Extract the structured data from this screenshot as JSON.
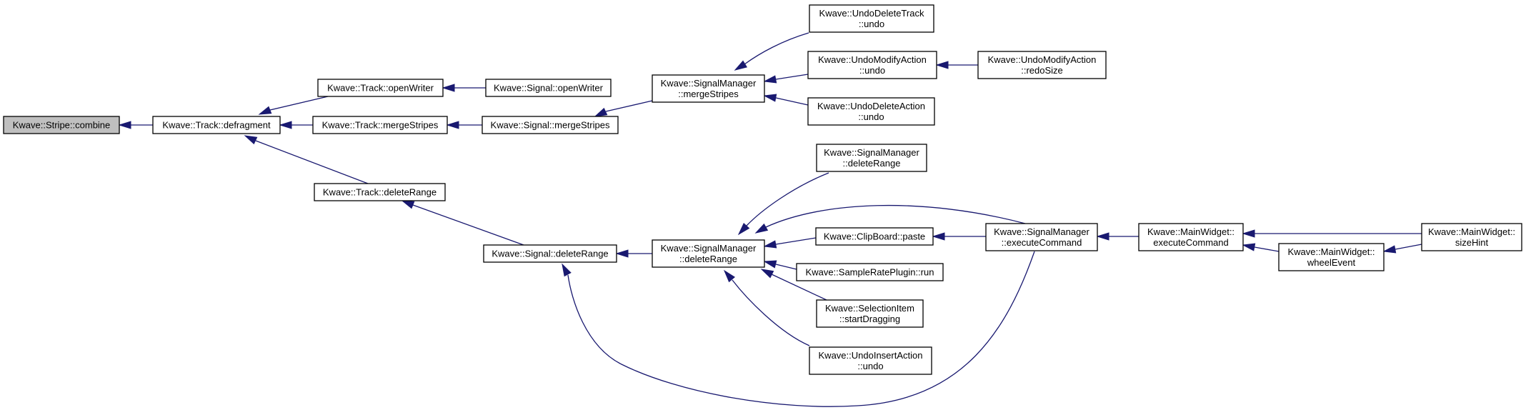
{
  "graph": {
    "colors": {
      "edge": "#191970",
      "node_fill": "#ffffff",
      "root_fill": "#bfbfbf",
      "border": "#000000"
    },
    "nodes": [
      {
        "id": "stripe_combine",
        "lines": [
          "Kwave::Stripe::combine"
        ],
        "root": true
      },
      {
        "id": "track_defragment",
        "lines": [
          "Kwave::Track::defragment"
        ]
      },
      {
        "id": "track_openwriter",
        "lines": [
          "Kwave::Track::openWriter"
        ]
      },
      {
        "id": "track_mergestripes",
        "lines": [
          "Kwave::Track::mergeStripes"
        ]
      },
      {
        "id": "track_deleterange",
        "lines": [
          "Kwave::Track::deleteRange"
        ]
      },
      {
        "id": "signal_openwriter",
        "lines": [
          "Kwave::Signal::openWriter"
        ]
      },
      {
        "id": "signal_mergestripes",
        "lines": [
          "Kwave::Signal::mergeStripes"
        ]
      },
      {
        "id": "signal_deleterange",
        "lines": [
          "Kwave::Signal::deleteRange"
        ]
      },
      {
        "id": "sm_mergestripes",
        "lines": [
          "Kwave::SignalManager",
          "::mergeStripes"
        ]
      },
      {
        "id": "sm_deleterange",
        "lines": [
          "Kwave::SignalManager",
          "::deleteRange"
        ]
      },
      {
        "id": "undo_delete_track",
        "lines": [
          "Kwave::UndoDeleteTrack",
          "::undo"
        ]
      },
      {
        "id": "undo_modify_undo",
        "lines": [
          "Kwave::UndoModifyAction",
          "::undo"
        ]
      },
      {
        "id": "undo_delete_action",
        "lines": [
          "Kwave::UndoDeleteAction",
          "::undo"
        ]
      },
      {
        "id": "undo_modify_redosize",
        "lines": [
          "Kwave::UndoModifyAction",
          "::redoSize"
        ]
      },
      {
        "id": "sm_deleterange2",
        "lines": [
          "Kwave::SignalManager",
          "::deleteRange"
        ]
      },
      {
        "id": "clipboard_paste",
        "lines": [
          "Kwave::ClipBoard::paste"
        ]
      },
      {
        "id": "sampleratepluginrun",
        "lines": [
          "Kwave::SampleRatePlugin::run"
        ]
      },
      {
        "id": "selection_startdragging",
        "lines": [
          "Kwave::SelectionItem",
          "::startDragging"
        ]
      },
      {
        "id": "undo_insert_undo",
        "lines": [
          "Kwave::UndoInsertAction",
          "::undo"
        ]
      },
      {
        "id": "sm_executecommand",
        "lines": [
          "Kwave::SignalManager",
          "::executeCommand"
        ]
      },
      {
        "id": "mw_executecommand",
        "lines": [
          "Kwave::MainWidget::",
          "executeCommand"
        ]
      },
      {
        "id": "mw_wheelevent",
        "lines": [
          "Kwave::MainWidget::",
          "wheelEvent"
        ]
      },
      {
        "id": "mw_sizehint",
        "lines": [
          "Kwave::MainWidget::",
          "sizeHint"
        ]
      }
    ],
    "edges": [
      {
        "from": "track_defragment",
        "to": "stripe_combine"
      },
      {
        "from": "track_openwriter",
        "to": "track_defragment"
      },
      {
        "from": "track_mergestripes",
        "to": "track_defragment"
      },
      {
        "from": "track_deleterange",
        "to": "track_defragment"
      },
      {
        "from": "signal_openwriter",
        "to": "track_openwriter"
      },
      {
        "from": "signal_mergestripes",
        "to": "track_mergestripes"
      },
      {
        "from": "signal_deleterange",
        "to": "track_deleterange"
      },
      {
        "from": "sm_mergestripes",
        "to": "signal_mergestripes"
      },
      {
        "from": "undo_delete_track",
        "to": "sm_mergestripes"
      },
      {
        "from": "undo_modify_undo",
        "to": "sm_mergestripes"
      },
      {
        "from": "undo_delete_action",
        "to": "sm_mergestripes"
      },
      {
        "from": "undo_modify_redosize",
        "to": "undo_modify_undo"
      },
      {
        "from": "sm_deleterange",
        "to": "signal_deleterange"
      },
      {
        "from": "sm_executecommand",
        "to": "signal_deleterange"
      },
      {
        "from": "sm_deleterange2",
        "to": "sm_deleterange"
      },
      {
        "from": "sm_executecommand",
        "to": "sm_deleterange"
      },
      {
        "from": "clipboard_paste",
        "to": "sm_deleterange"
      },
      {
        "from": "sampleratepluginrun",
        "to": "sm_deleterange"
      },
      {
        "from": "selection_startdragging",
        "to": "sm_deleterange"
      },
      {
        "from": "undo_insert_undo",
        "to": "sm_deleterange"
      },
      {
        "from": "sm_executecommand",
        "to": "clipboard_paste"
      },
      {
        "from": "mw_executecommand",
        "to": "sm_executecommand"
      },
      {
        "from": "mw_sizehint",
        "to": "mw_executecommand"
      },
      {
        "from": "mw_wheelevent",
        "to": "mw_executecommand"
      },
      {
        "from": "mw_sizehint",
        "to": "mw_wheelevent"
      }
    ]
  }
}
